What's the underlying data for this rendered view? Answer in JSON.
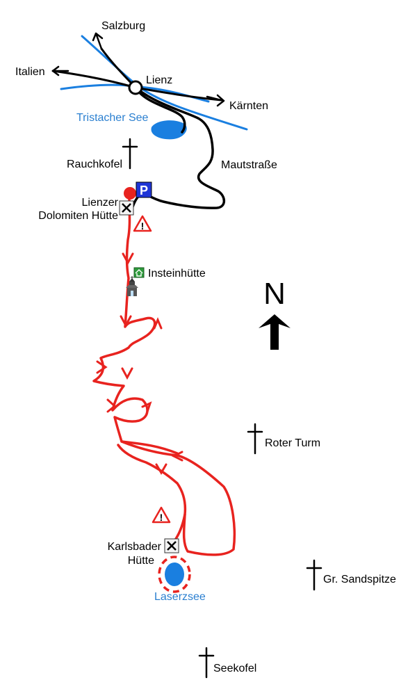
{
  "labels": {
    "salzburg": "Salzburg",
    "italien": "Italien",
    "lienz": "Lienz",
    "kaernten": "Kärnten",
    "tristacher_see": "Tristacher See",
    "rauchkofel": "Rauchkofel",
    "mautstrasse": "Mautstraße",
    "lienzer_huette_line1": "Lienzer",
    "lienzer_huette_line2": "Dolomiten Hütte",
    "insteinhuette": "Insteinhütte",
    "roter_turm": "Roter Turm",
    "karlsbader_line1": "Karlsbader",
    "karlsbader_line2": "Hütte",
    "gr_sandspitze": "Gr. Sandspitze",
    "laserzsee": "Laserzsee",
    "seekofel": "Seekofel",
    "north": "N",
    "parking": "P"
  },
  "icons": {
    "summit": "summit-cross-icon",
    "hut": "hut-restaurant-icon",
    "warning": "warning-triangle-icon",
    "shelter": "shelter-icon",
    "chapel": "chapel-icon",
    "parking": "parking-icon",
    "start": "start-point-icon",
    "north_arrow": "north-arrow-icon"
  },
  "colors": {
    "route": "#e8231f",
    "water": "#1a7fe0",
    "road": "#000000",
    "water_label": "#2a7fd0",
    "parking": "#1f35d6",
    "shelter": "#2e9b3c"
  }
}
